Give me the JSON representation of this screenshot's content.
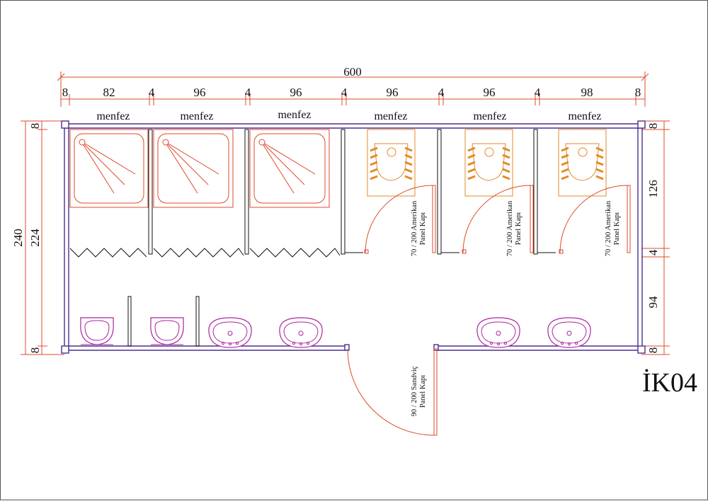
{
  "dimensions": {
    "top_total": "600",
    "top_segments": [
      "8",
      "82",
      "4",
      "96",
      "4",
      "96",
      "4",
      "96",
      "4",
      "96",
      "4",
      "98",
      "8"
    ],
    "left_total": "240",
    "left_inner": "224",
    "left_top": "8",
    "left_bottom": "8",
    "right_segments": [
      "8",
      "126",
      "4",
      "94",
      "8"
    ]
  },
  "vents": [
    "menfez",
    "menfez",
    "menfez",
    "menfez",
    "menfez",
    "menfez"
  ],
  "toilet_doors": [
    {
      "line1": "70 / 200 Amerikan",
      "line2": "Panel Kapı"
    },
    {
      "line1": "70 / 200 Amerikan",
      "line2": "Panel Kapı"
    },
    {
      "line1": "70 / 200 Amerikan",
      "line2": "Panel Kapı"
    }
  ],
  "entrance_door": {
    "line1": "90 / 200 Sandviç",
    "line2": "Panel Kapı"
  },
  "plan_code": "İK04",
  "colors": {
    "dimension": "#e0492b",
    "wall": "#4b2f8f",
    "shower": "#e0492b",
    "squat_toilet": "#e38a28",
    "basin": "#a8259a",
    "door_swing": "#e0492b"
  }
}
